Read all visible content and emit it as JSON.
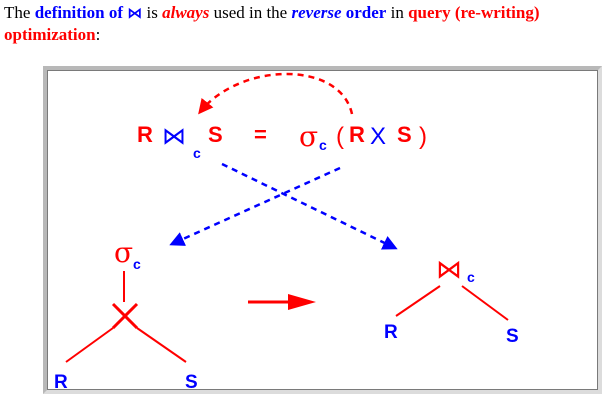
{
  "caption": {
    "t1": "The ",
    "definition_of": "definition of ",
    "join_symbol": "⋈",
    "t2": " is ",
    "always": "always",
    "t3": " used in the ",
    "reverse": "reverse",
    "order": " order",
    "t4": " in ",
    "query": "query (re-writing) optimization",
    "t5": ":"
  },
  "equation": {
    "R": "R",
    "join": "⋈",
    "c_sub": "c",
    "S": "S",
    "equals": "=",
    "sigma": "σ",
    "sigma_sub": "c",
    "open_paren": "(",
    "R2": "R",
    "cross": "X",
    "S2": "S",
    "close_paren": ")"
  },
  "left_tree": {
    "sigma": "σ",
    "sigma_sub": "c",
    "R": "R",
    "S": "S"
  },
  "right_tree": {
    "join": "⋈",
    "join_sub": "c",
    "R": "R",
    "S": "S"
  },
  "colors": {
    "red": "#ff0000",
    "blue": "#0000ff",
    "black": "#000000"
  }
}
